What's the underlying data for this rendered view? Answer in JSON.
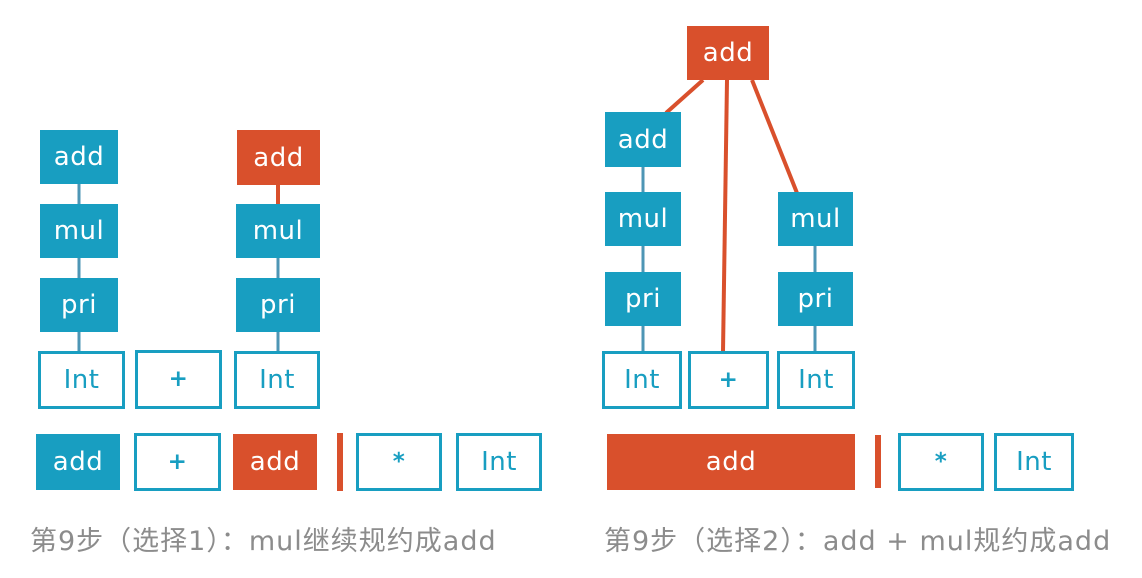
{
  "colors": {
    "teal": "#189EC1",
    "orange": "#D9502C",
    "connector": "#4E96B5",
    "caption": "#8C8C8C",
    "white": "#FFFFFF"
  },
  "left": {
    "caption": "第9步（选择1）：mul继续规约成add",
    "tree": {
      "chain1": [
        "add",
        "mul",
        "pri",
        "Int"
      ],
      "operator": "+",
      "chain2": [
        "add",
        "mul",
        "pri",
        "Int"
      ]
    },
    "stack": [
      "add",
      "+",
      "add"
    ],
    "rest": [
      "*",
      "Int"
    ]
  },
  "right": {
    "caption": "第9步（选择2）：add + mul规约成add",
    "tree": {
      "root": "add",
      "chainL": [
        "add",
        "mul",
        "pri",
        "Int"
      ],
      "operator": "+",
      "chainR": [
        "mul",
        "pri",
        "Int"
      ]
    },
    "stack": [
      "add"
    ],
    "rest": [
      "*",
      "Int"
    ]
  }
}
